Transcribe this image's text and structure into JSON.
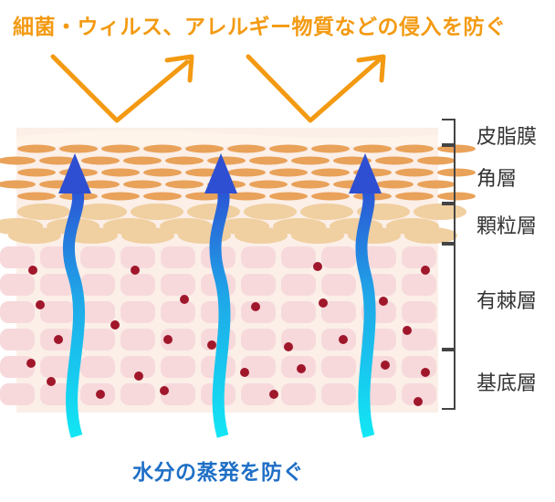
{
  "top_caption": "細菌・ウィルス、アレルギー物質などの侵入を防ぐ",
  "bottom_caption": "水分の蒸発を防ぐ",
  "layers": [
    {
      "label": "皮脂膜"
    },
    {
      "label": "角層"
    },
    {
      "label": "顆粒層"
    },
    {
      "label": "有棘層"
    },
    {
      "label": "基底層"
    }
  ],
  "colors": {
    "orange_arrow": "#F39A12",
    "blue_arrow_top": "#2E4FD1",
    "blue_arrow_bottom": "#12D8F0",
    "corneum_cell": "#E9A25A",
    "granular_cell": "#F0CFA0",
    "spinous_cell": "#F7D9DC",
    "nucleus": "#A0172B",
    "skin_bg": "#FBEFE8"
  },
  "icons": [
    "deflected-arrow-icon",
    "moisture-arrow-icon"
  ]
}
